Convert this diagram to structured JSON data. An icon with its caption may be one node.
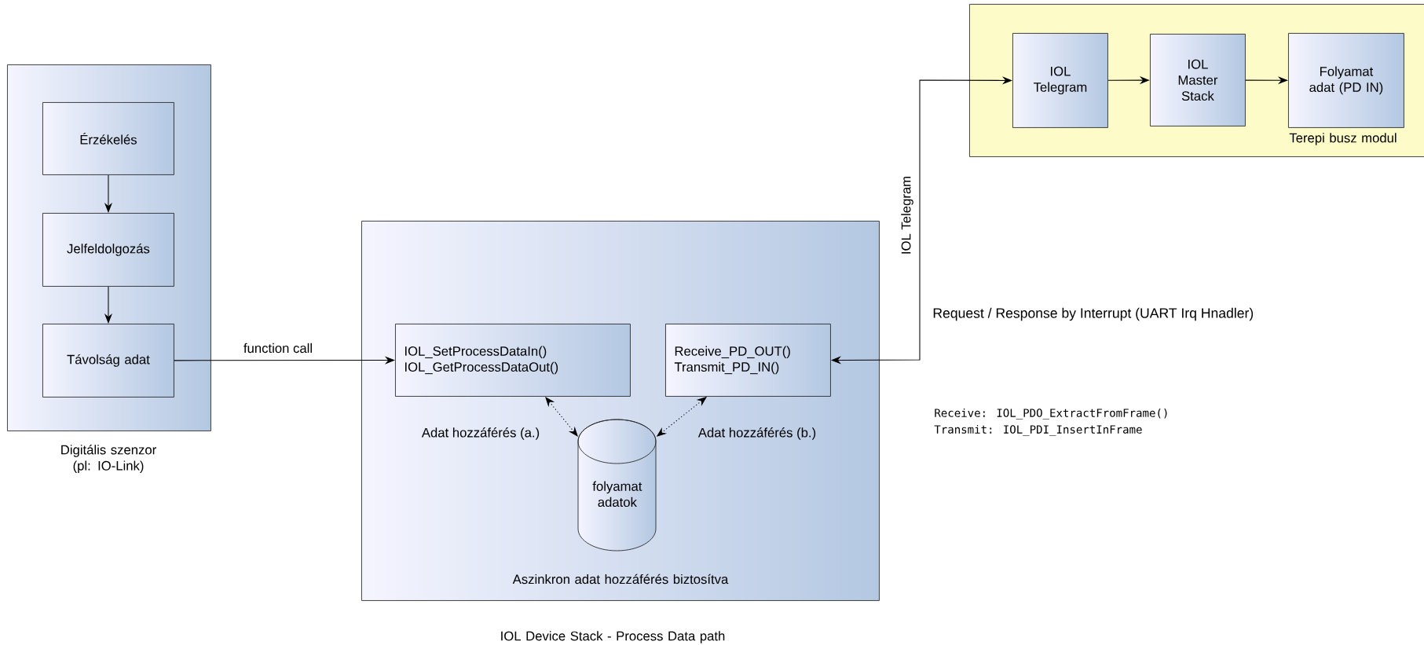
{
  "diagram": {
    "nodes": [
      {
        "text": [
          "Digitális szenzor (pl: IO-Link)"
        ]
      },
      {
        "text": [
          "Érzékelés"
        ],
        "in": 0
      },
      {
        "text": [
          "Jelfeldolgozás"
        ],
        "in": 0
      },
      {
        "text": [
          "Távolság adat"
        ],
        "in": 0
      },
      {
        "text": [
          "Aszinkron adat hozzáférés biztosítva",
          "IOL Device Stack - Process Data path"
        ]
      },
      {
        "text": [
          "IOL_SetProcessDataIn()",
          "IOL_GetProcessDataOut()"
        ],
        "in": 4
      },
      {
        "text": [
          "Receive_PD_OUT()",
          "Transmit_PD_IN()"
        ],
        "in": 4
      },
      {
        "text": [
          "folyamat adatok"
        ],
        "in": 4
      },
      {
        "text": [
          "Terepi busz modul"
        ]
      },
      {
        "text": [
          "IOL Telegram"
        ],
        "in": 8
      },
      {
        "text": [
          "IOL Master Stack"
        ],
        "in": 8
      },
      {
        "text": [
          "Folyamat adat (PD IN)"
        ],
        "in": 8
      }
    ],
    "edges": [
      {
        "from": 1,
        "to": 2,
        "arrow": "to"
      },
      {
        "from": 2,
        "to": 3,
        "arrow": "to"
      },
      {
        "from": 3,
        "to": 5,
        "arrow": "to",
        "label": "function call"
      },
      {
        "from": 5,
        "to": 7,
        "arrow": "both",
        "style": "dashed",
        "label": "Adat hozzáférés (a.)"
      },
      {
        "from": 6,
        "to": 7,
        "arrow": "both",
        "style": "dashed",
        "label": "Adat hozzáférés (b.)"
      },
      {
        "from": 6,
        "to": 9,
        "arrow": "both",
        "label": "IOL Telegram"
      },
      {
        "from": 9,
        "to": 10,
        "arrow": "to"
      },
      {
        "from": 10,
        "to": 11,
        "arrow": "to"
      }
    ],
    "labels": [
      "Request / Response by Interrupt (UART Irq Hnadler)",
      "Receive:  IOL_PDO_ExtractFromFrame()",
      "Transmit: IOL_PDI_InsertInFrame"
    ]
  }
}
